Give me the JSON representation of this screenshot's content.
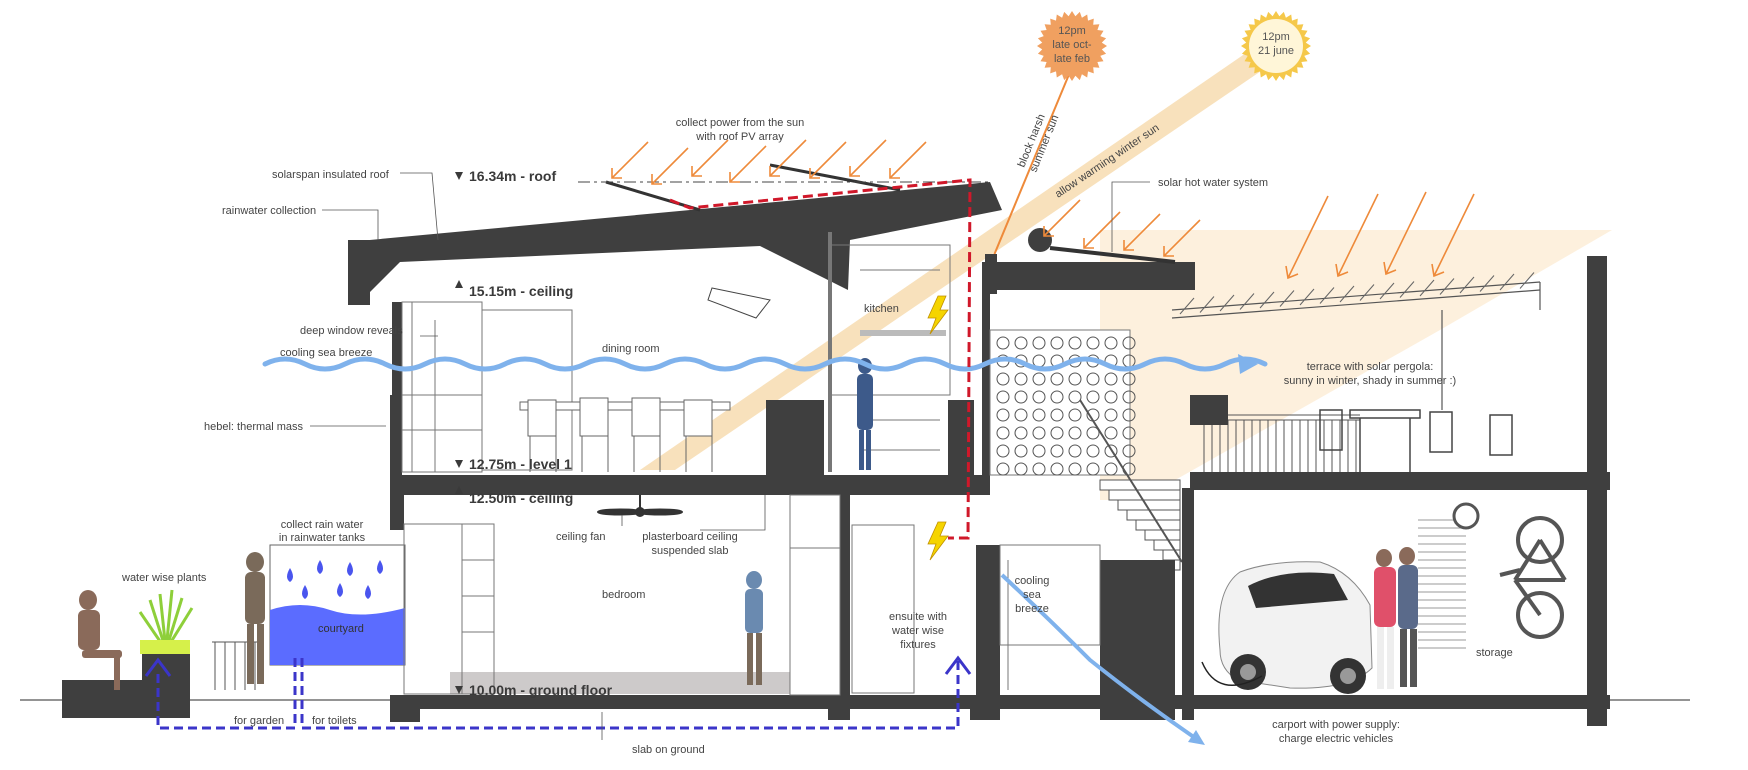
{
  "colors": {
    "structure": "#3f3f3f",
    "breeze": "#7fb2ec",
    "water": "#3b35c9",
    "power": "#d0182a",
    "sun_ray": "#ee8a3a",
    "sun_band": "#f7dcb0",
    "tank": "#5b6cff",
    "sun_winter": "#f0a060",
    "sun_summer": "#f5c84a"
  },
  "suns": {
    "winter": [
      "12pm",
      "late oct-",
      "late feb"
    ],
    "summer": [
      "12pm",
      "21 june"
    ]
  },
  "sun_angle_labels": {
    "block": [
      "block harsh",
      "summer sun"
    ],
    "allow": "allow warming winter sun"
  },
  "levels": {
    "roof": "16.34m - roof",
    "ceiling_upper": "15.15m - ceiling",
    "level1": "12.75m - level 1",
    "ceiling_lower": "12.50m - ceiling",
    "ground": "10.00m - ground floor"
  },
  "labels": {
    "collect_power": [
      "collect power from the sun",
      "with roof PV array"
    ],
    "solarspan": "solarspan insulated roof",
    "rainwater_collection": "rainwater collection",
    "solar_hot_water": "solar hot water system",
    "kitchen": "kitchen",
    "deep_window": "deep window reveals",
    "cooling_breeze": "cooling sea breeze",
    "dining": "dining room",
    "terrace": [
      "terrace with solar pergola:",
      "sunny in winter, shady in summer :)"
    ],
    "hebel": "hebel: thermal mass",
    "collect_rain": [
      "collect rain water",
      "in rainwater tanks"
    ],
    "water_wise_plants": "water wise plants",
    "courtyard": "courtyard",
    "ceiling_fan": "ceiling fan",
    "plasterboard": [
      "plasterboard ceiling",
      "suspended slab"
    ],
    "bedroom": "bedroom",
    "ensuite": [
      "ensuite with",
      "water wise",
      "fixtures"
    ],
    "cooling_sea_breeze_v": [
      "cooling",
      "sea",
      "breeze"
    ],
    "storage": "storage",
    "for_garden": "for garden",
    "for_toilets": "for toilets",
    "slab": "slab on ground",
    "carport": [
      "carport with power supply:",
      "charge electric vehicles"
    ]
  }
}
